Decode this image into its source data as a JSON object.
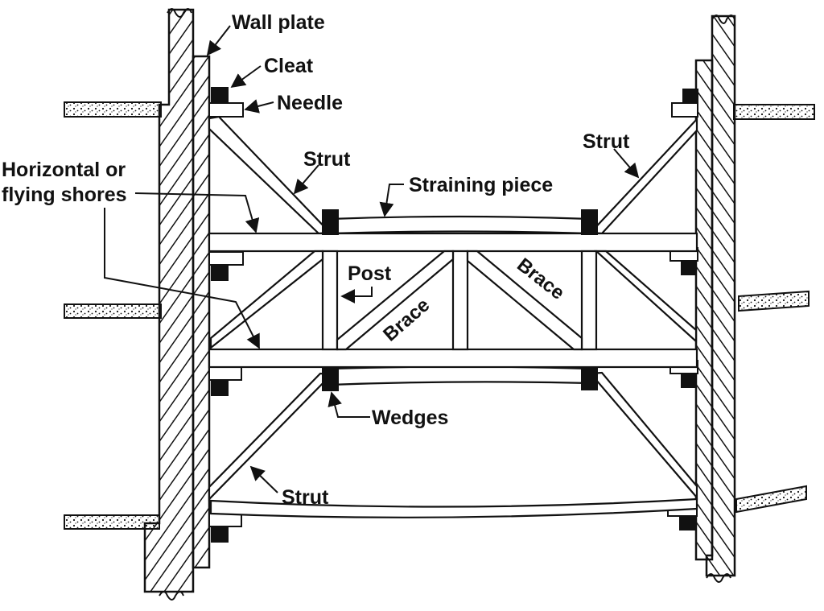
{
  "labels": {
    "wall_plate": "Wall plate",
    "cleat": "Cleat",
    "needle": "Needle",
    "strut": "Strut",
    "straining_piece": "Straining piece",
    "horizontal_line1": "Horizontal or",
    "horizontal_line2": "flying shores",
    "post": "Post",
    "brace": "Brace",
    "wedges": "Wedges"
  },
  "colors": {
    "ink": "#111111",
    "paper": "#ffffff"
  }
}
